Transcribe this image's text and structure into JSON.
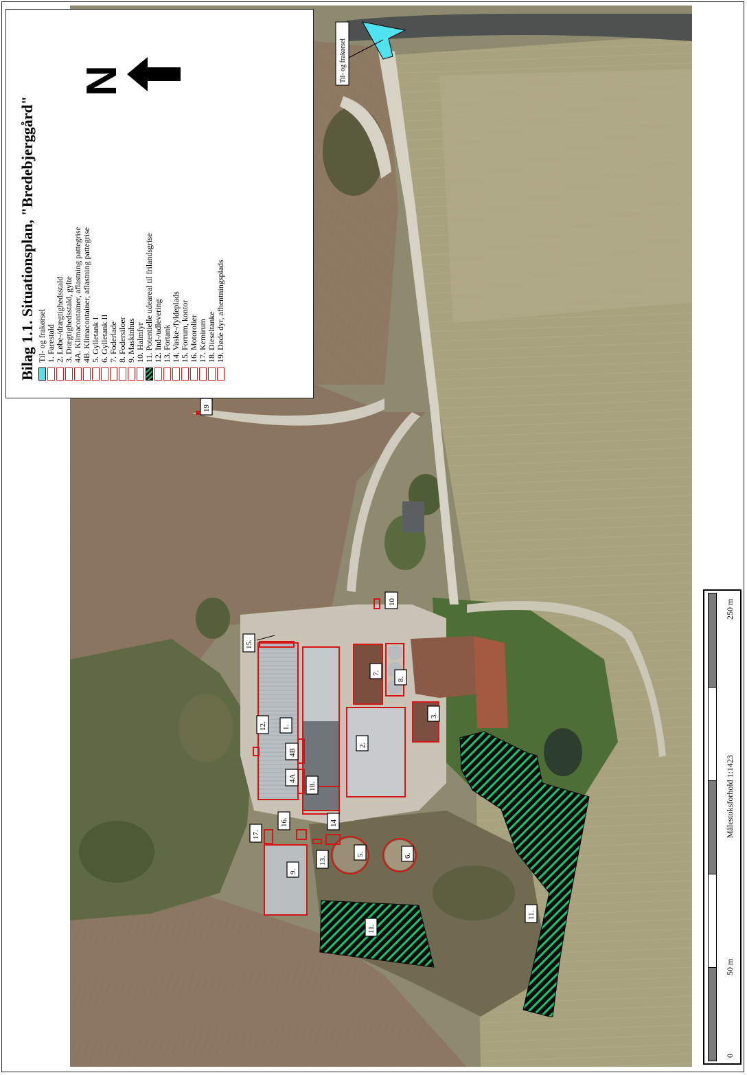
{
  "legend": {
    "title": "Bilag 1.1. Situationsplan, \"Bredebjerggård\"",
    "items": [
      {
        "type": "cyan",
        "label": "Til- og frakørsel"
      },
      {
        "type": "red",
        "label": "1. Farestald"
      },
      {
        "type": "red",
        "label": "2. Løbe-/drægtighedsstald"
      },
      {
        "type": "red",
        "label": "3. Drægtighedsstald, gylte"
      },
      {
        "type": "red",
        "label": "4A. Klimacontainer, aflastning pattegrise"
      },
      {
        "type": "red",
        "label": "4B. Klimacontainer, aflastning pattegrise"
      },
      {
        "type": "red",
        "label": "5. Gylletank I"
      },
      {
        "type": "red",
        "label": "6. Gylletank II"
      },
      {
        "type": "red",
        "label": "7. Foderlade"
      },
      {
        "type": "red",
        "label": "8. Fodersiloer"
      },
      {
        "type": "red",
        "label": "9. Maskinhus"
      },
      {
        "type": "red",
        "label": "10. Halmfyr"
      },
      {
        "type": "hatch",
        "label": "11. Potentielle udeareal til frilandsgrise"
      },
      {
        "type": "red",
        "label": "12. Ind-/udlevering"
      },
      {
        "type": "red",
        "label": "13. Fortank"
      },
      {
        "type": "red",
        "label": "14. Vaske-/fyldeplads"
      },
      {
        "type": "red",
        "label": "15. Forrum, kontor"
      },
      {
        "type": "red",
        "label": "16. Motorolier"
      },
      {
        "type": "red",
        "label": "17. Kemirum"
      },
      {
        "type": "red",
        "label": "18. Dieseltanke"
      },
      {
        "type": "red",
        "label": "19. Døde dyr, afhentningsplads"
      }
    ]
  },
  "north": {
    "letter": "N"
  },
  "entrance_callout": "Til- og frakørsel",
  "scale": {
    "ratio_text": "Målestoksforhold 1:1423",
    "labels": [
      "0",
      "50 m",
      "250 m"
    ]
  },
  "labels": {
    "l1": "1.",
    "l2": "2.",
    "l3": "3.",
    "l4a": "4A",
    "l4b": "4B",
    "l5": "5.",
    "l6": "6.",
    "l7": "7.",
    "l8": "8.",
    "l9": "9.",
    "l10": "10",
    "l11a": "11.",
    "l11b": "11.",
    "l12": "12.",
    "l13": "13.",
    "l14": "14",
    "l15": "15.",
    "l16": "16.",
    "l17": "17.",
    "l18": "18.",
    "l19": "19"
  },
  "colors": {
    "outline": "#d51616",
    "entrance": "#4fe3ef",
    "hatch_stripe": "#17c46f",
    "hatch_bg": "#0b0b0b"
  }
}
